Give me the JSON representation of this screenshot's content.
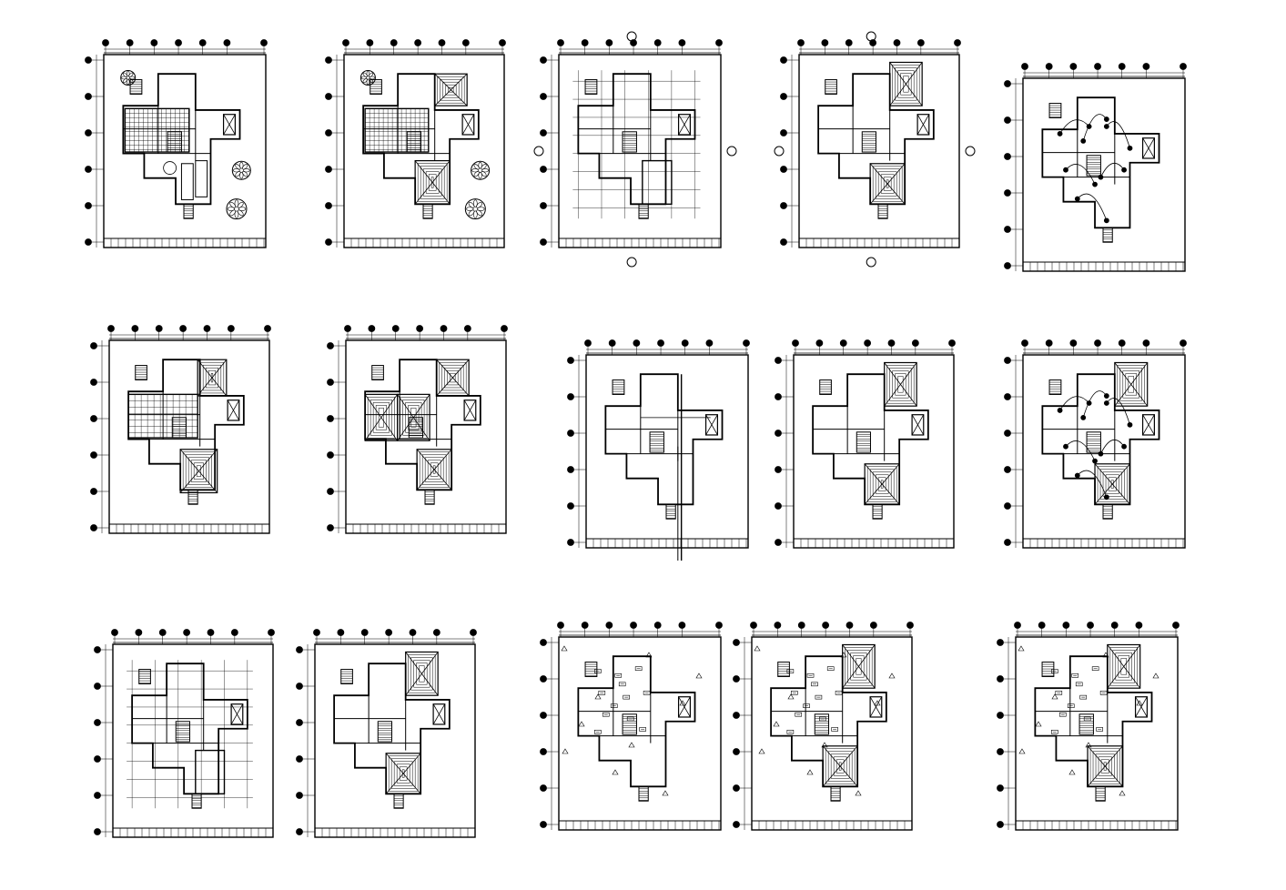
{
  "drawing_set": {
    "type": "architectural-cad-sheet",
    "background_color": "#ffffff",
    "line_color": "#000000",
    "sheets": [
      {
        "row": 1,
        "variant": "site-furnished"
      },
      {
        "row": 1,
        "variant": "site-roof"
      },
      {
        "row": 1,
        "variant": "dimensioned"
      },
      {
        "row": 1,
        "variant": "partial-roof"
      },
      {
        "row": 1,
        "variant": "electrical"
      },
      {
        "row": 2,
        "variant": "roof-framing"
      },
      {
        "row": 2,
        "variant": "roof-plan"
      },
      {
        "row": 2,
        "variant": "plumbing"
      },
      {
        "row": 2,
        "variant": "plain-roof"
      },
      {
        "row": 2,
        "variant": "electrical-roof"
      },
      {
        "row": 3,
        "variant": "structural"
      },
      {
        "row": 3,
        "variant": "plain-roof"
      },
      {
        "row": 3,
        "variant": "fixtures"
      },
      {
        "row": 3,
        "variant": "fixtures-roof"
      },
      {
        "row": 3,
        "variant": "fixtures-roof"
      }
    ]
  }
}
